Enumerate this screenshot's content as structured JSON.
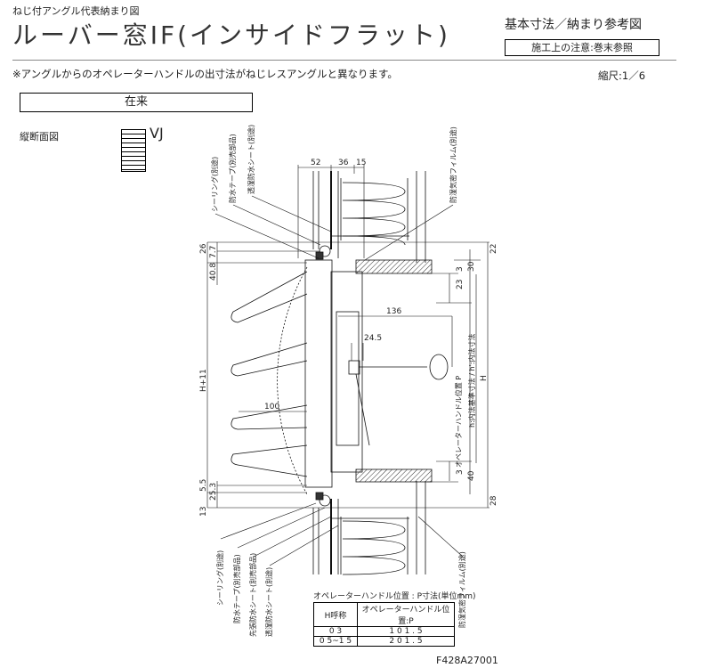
{
  "header": {
    "subtitle": "ねじ付アングル代表納まり図",
    "title": "ルーバー窓IF(インサイドフラット)",
    "basic_label": "基本寸法／納まり参考図",
    "note": "施工上の注意:巻末参照"
  },
  "remark": "※アングルからのオペレーターハンドルの出寸法がねじレスアングルと異なります。",
  "scale": "縮尺:1／6",
  "construction": "在来",
  "section_label": "縦断面図",
  "variant": "VJ",
  "labels_top": [
    "シーリング(別途)",
    "防水テープ(別売部品)",
    "透湿防水シート(別途)",
    "防湿気密フィルム(別途)"
  ],
  "labels_bottom": [
    "シーリング(別途)",
    "防水テープ(別売部品)",
    "先張防水シート(別売部品)",
    "透湿防水シート(別途)",
    "防湿気密フィルム(別途)"
  ],
  "dims": {
    "top": [
      "52",
      "36",
      "15"
    ],
    "left": [
      "26",
      "7.7",
      "40.8",
      "H+11",
      "5.5",
      "25.3",
      "13"
    ],
    "inner": [
      "136",
      "24.5",
      "100"
    ],
    "right": [
      "22",
      "30",
      "3",
      "23",
      "3",
      "40",
      "28",
      "H"
    ],
    "handle_label": "オペレーターハンドル位置 P",
    "inner_height_label": "h:内法基準寸法 / h':内法寸法"
  },
  "p_table": {
    "caption": "オペレーターハンドル位置 : P寸法(単位mm)",
    "headers": [
      "H呼称",
      "オペレーターハンドル位置:P"
    ],
    "rows": [
      [
        "0 3",
        "1 0 1 . 5"
      ],
      [
        "0 5~1 5",
        "2 0 1 . 5"
      ]
    ]
  },
  "drawing_code": "F428A27001"
}
